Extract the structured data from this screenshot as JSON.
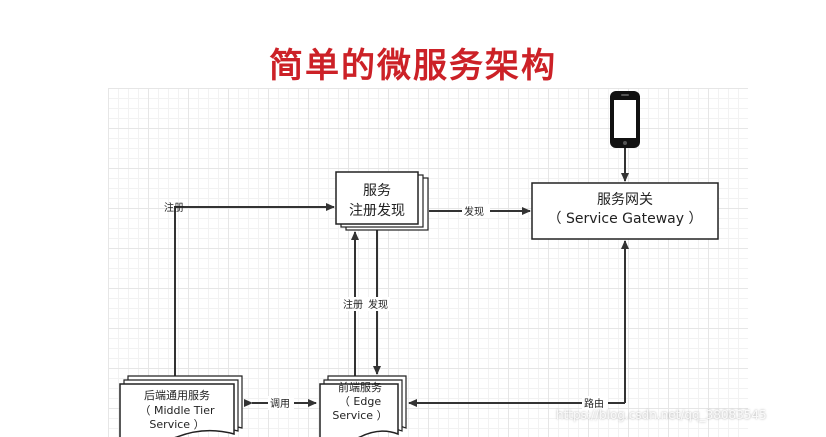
{
  "title": "简单的微服务架构",
  "colors": {
    "title": "#cc2127",
    "line": "#333333",
    "box_border": "#222222"
  },
  "nodes": {
    "registry": {
      "line1": "服务",
      "line2": "注册发现"
    },
    "gateway": {
      "line1": "服务网关",
      "line2": "（ Service Gateway ）"
    },
    "middle": {
      "line1": "后端通用服务",
      "line2": "（ Middle Tier",
      "line3": "Service ）"
    },
    "edge": {
      "line1": "前端服务",
      "line2": "（ Edge",
      "line3": "Service ）"
    },
    "phone": {
      "icon": "smartphone-icon"
    }
  },
  "edges": {
    "middle_register": "注册",
    "registry_discover": "发现",
    "edge_register": "注册",
    "edge_discover": "发现",
    "call": "调用",
    "route": "路由"
  },
  "watermark": "https://blog.csdn.net/qq_38083545"
}
